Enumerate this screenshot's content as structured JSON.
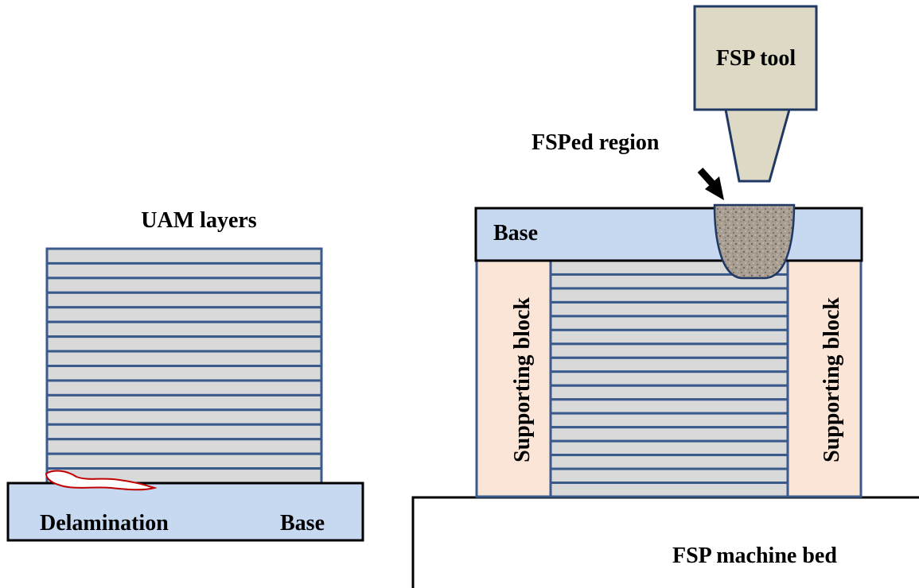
{
  "labels": {
    "uam_layers": "UAM layers",
    "delamination": "Delamination",
    "left_base": "Base",
    "right_base": "Base",
    "fsp_tool": "FSP tool",
    "fsped_region": "FSPed region",
    "supporting_block_left": "Supporting block",
    "supporting_block_right": "Supporting block",
    "machine_bed": "FSP machine bed"
  },
  "colors": {
    "layer_fill": "#d9d9d9",
    "layer_stroke": "#3a5a8c",
    "base_fill": "#c6d9f1",
    "support_fill": "#fbe5d6",
    "tool_fill": "#ddd9c4",
    "tool_stroke": "#1f3864",
    "region_fill": "#a89e92",
    "delamination_stroke": "#c00000",
    "outline": "#000000"
  },
  "left_stack": {
    "layer_count": 16
  },
  "right_stack": {
    "layer_count": 17
  }
}
